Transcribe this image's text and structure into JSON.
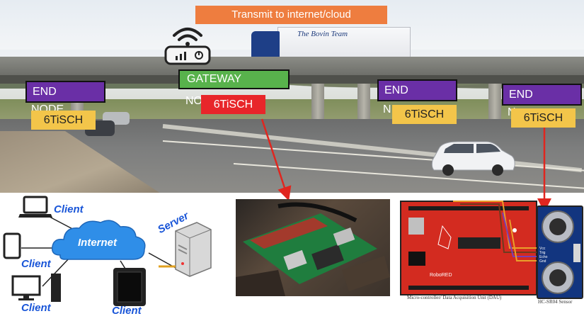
{
  "title": "Transmit to internet/cloud",
  "truck_logo": "The Bovin Team",
  "gateway": {
    "label": "GATEWAY",
    "protocol": "6TiSCH",
    "hidden_node_text": "NO"
  },
  "end_nodes": [
    {
      "label": "END",
      "hidden_node_text": "NODE",
      "protocol": "6TiSCH"
    },
    {
      "label": "END",
      "hidden_node_text": "N",
      "protocol": "6TiSCH"
    },
    {
      "label": "END",
      "hidden_node_text": "N",
      "protocol": "6TiSCH"
    }
  ],
  "network": {
    "internet_label": "Internet",
    "server_label": "Server",
    "clients": [
      "Client",
      "Client",
      "Client",
      "Client"
    ]
  },
  "hardware": {
    "board_brand": "RoboRED",
    "board_caption": "Micro-controller/ Data Acquisition Unit (DAU)",
    "sensor_caption": "HC-SR04 Sensor",
    "sensor_pins": [
      "Vcc",
      "Trig",
      "Echo",
      "Gnd"
    ]
  },
  "colors": {
    "title_bg": "#ee7d3f",
    "gateway_bg": "#58b24c",
    "gateway_protocol_bg": "#e8262a",
    "end_bg": "#6a2fa6",
    "end_protocol_bg": "#f3c54a",
    "arrow": "#e0261f",
    "client_text": "#1a56d8"
  }
}
